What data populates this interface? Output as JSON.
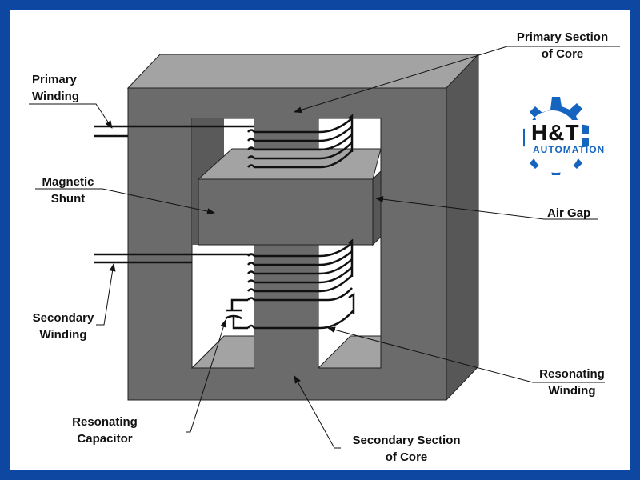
{
  "labels": {
    "primary_section": [
      "Primary Section",
      "of Core"
    ],
    "primary_winding": [
      "Primary",
      "Winding"
    ],
    "magnetic_shunt": [
      "Magnetic",
      "Shunt"
    ],
    "air_gap": "Air Gap",
    "secondary_winding": [
      "Secondary",
      "Winding"
    ],
    "resonating_winding": [
      "Resonating",
      "Winding"
    ],
    "resonating_capacitor": [
      "Resonating",
      "Capacitor"
    ],
    "secondary_section": [
      "Secondary Section",
      "of Core"
    ]
  },
  "logo": {
    "text": "H&T",
    "subtext": "AUTOMATION",
    "color": "#1565c0"
  },
  "colors": {
    "core_face": "#6b6b6b",
    "core_top": "#a3a3a3",
    "core_side": "#575757",
    "border": "#0d47a1"
  }
}
